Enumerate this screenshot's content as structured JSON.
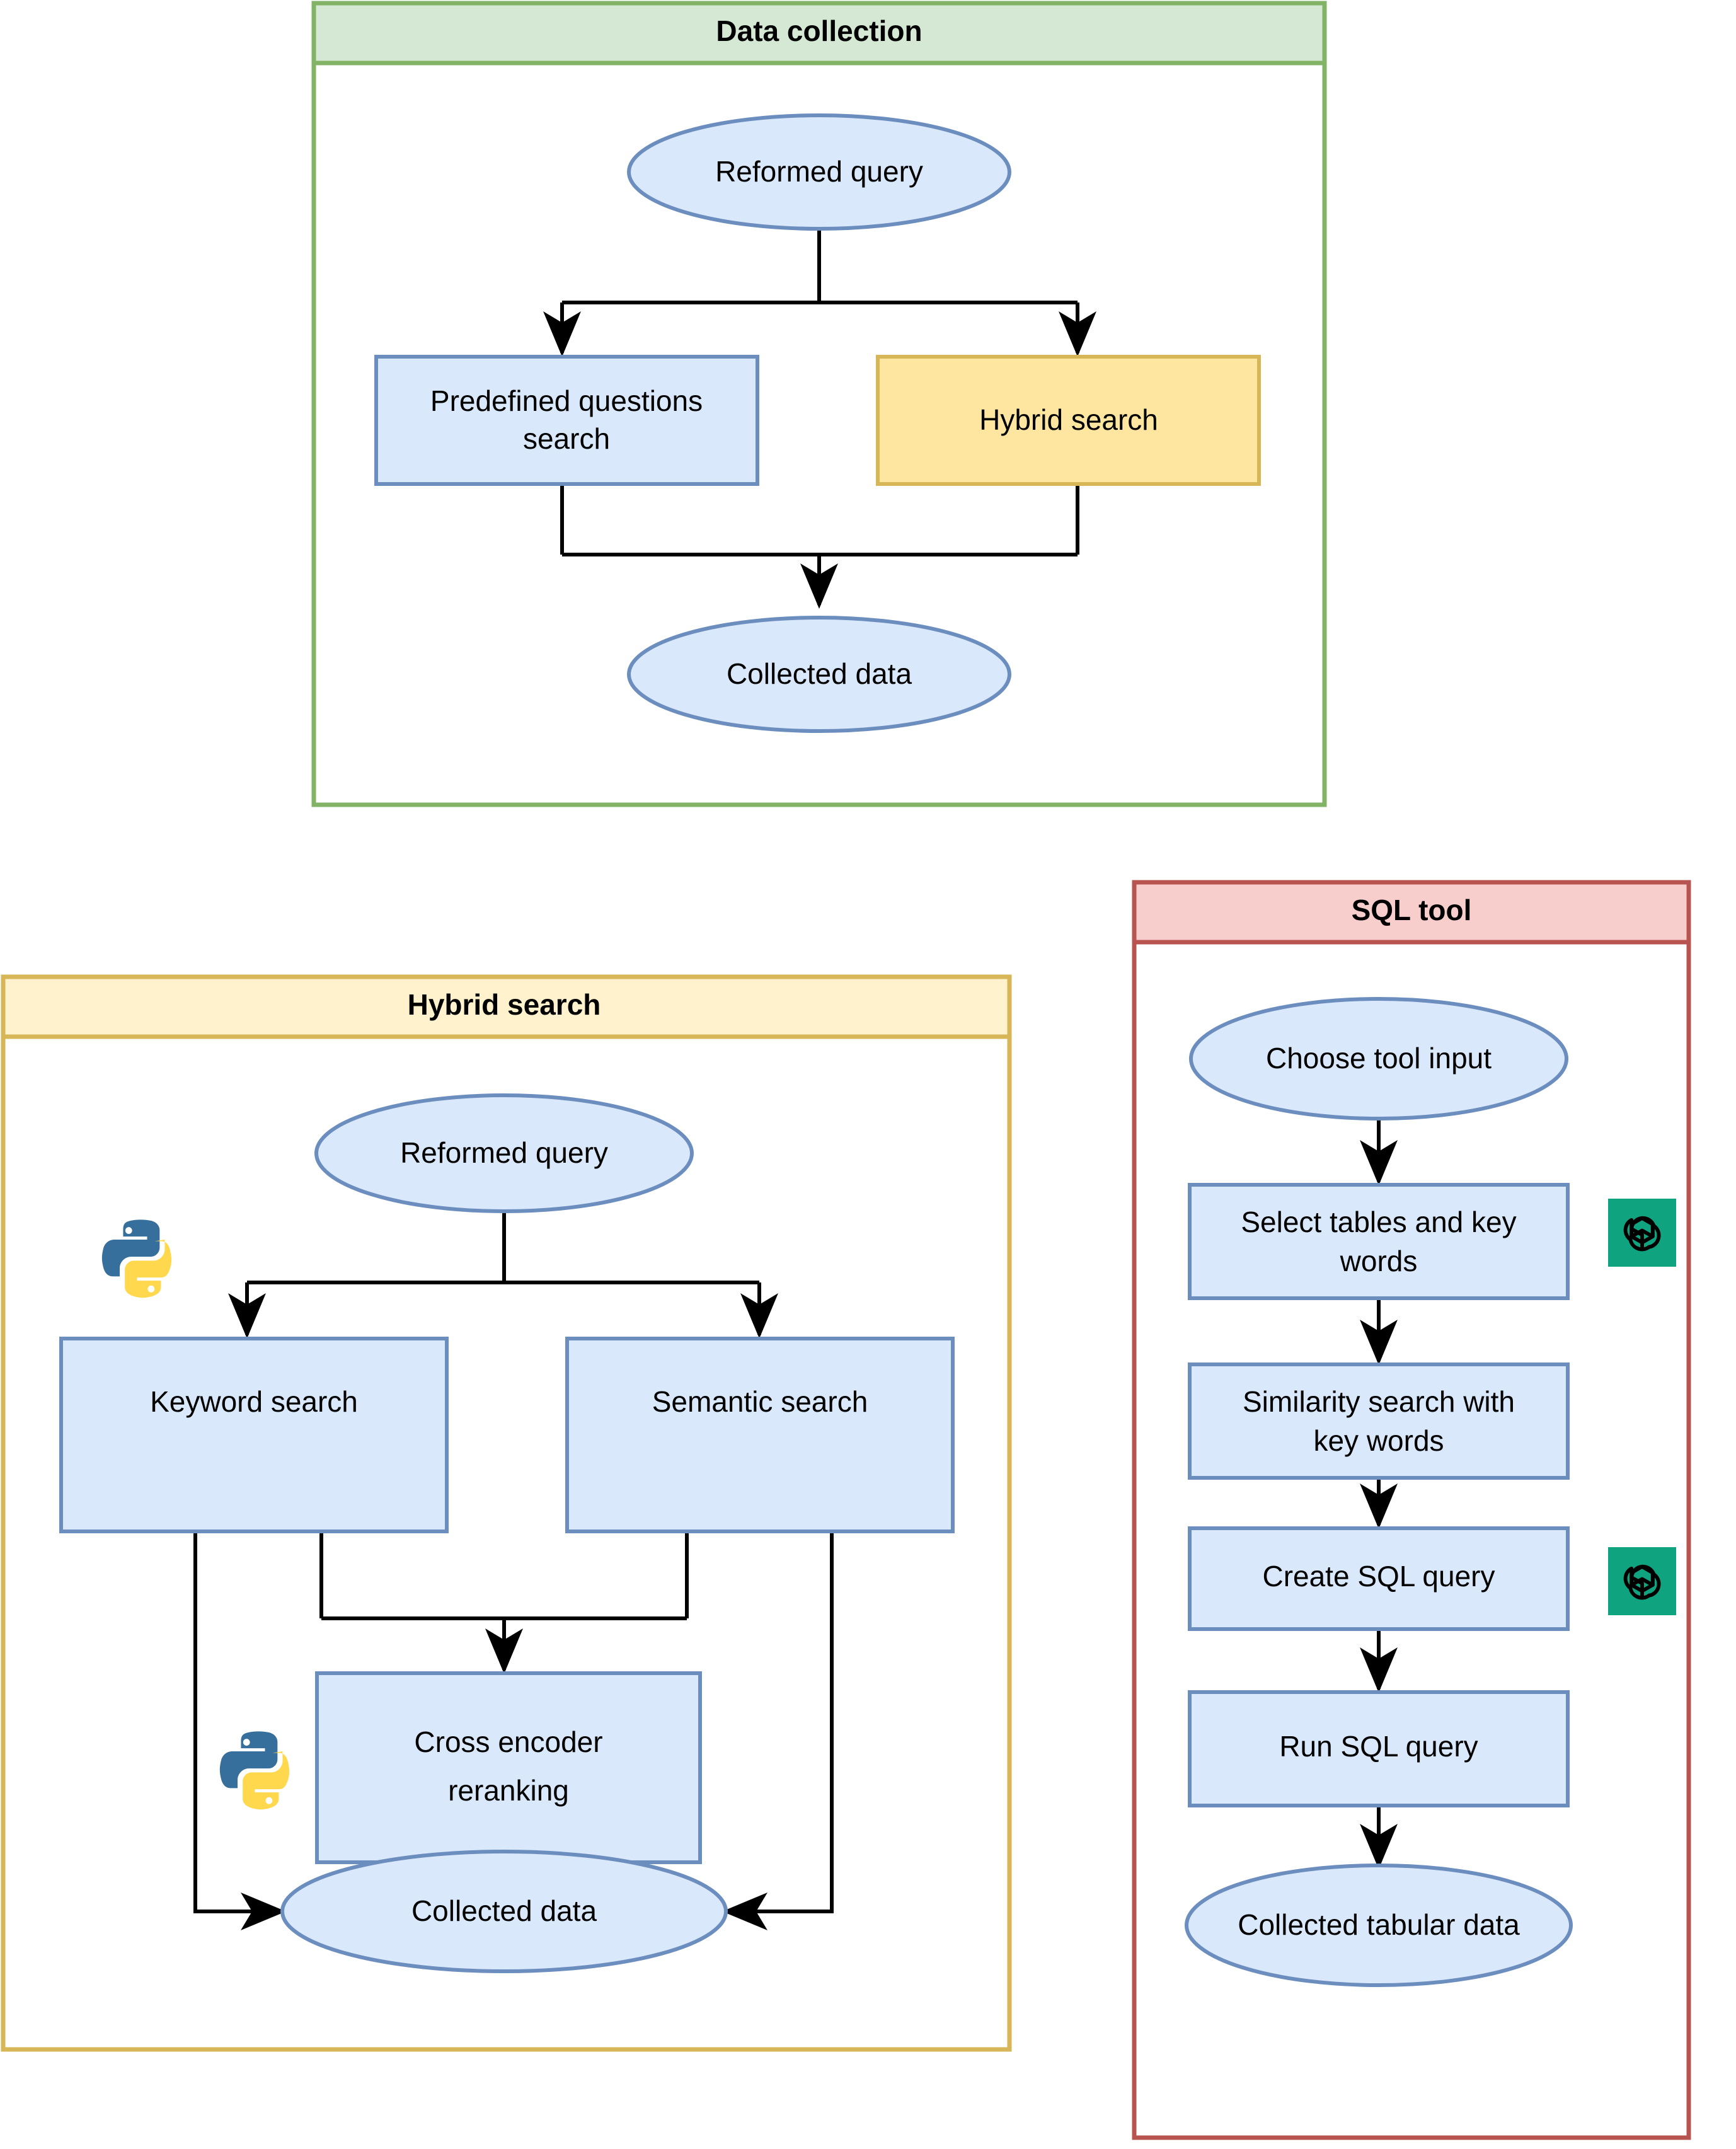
{
  "diagram": {
    "title_semantic": "data-collection-retrieval-architecture",
    "colors": {
      "panel_green_border": "#82b366",
      "panel_green_header": "#d5e8d4",
      "panel_yellow_border": "#d6b656",
      "panel_yellow_header": "#fff2cc",
      "panel_red_border": "#b85450",
      "panel_red_header": "#f8cecc",
      "node_blue_fill": "#dae8fc",
      "node_blue_border": "#6c8ebf",
      "node_yellow_fill": "#ffe6a0",
      "node_yellow_border": "#d6b656",
      "edge_black": "#000000",
      "python_blue": "#366f9b",
      "python_yellow": "#ffd84d",
      "openai_green": "#10a37f",
      "openai_mark": "#000000"
    }
  },
  "panels": [
    {
      "id": "data-collection",
      "title": "Data collection",
      "nodes": [
        {
          "id": "dc-reformed-query",
          "label": "Reformed query",
          "shape": "ellipse",
          "style": "blue"
        },
        {
          "id": "dc-predefined",
          "label": "Predefined questions search",
          "shape": "rect",
          "style": "blue",
          "lines": [
            "Predefined questions",
            "search"
          ]
        },
        {
          "id": "dc-hybrid-search",
          "label": "Hybrid search",
          "shape": "rect",
          "style": "yellow"
        },
        {
          "id": "dc-collected-data",
          "label": "Collected data",
          "shape": "ellipse",
          "style": "blue"
        }
      ],
      "edges": [
        {
          "from": "dc-reformed-query",
          "to": "dc-predefined"
        },
        {
          "from": "dc-reformed-query",
          "to": "dc-hybrid-search"
        },
        {
          "from": "dc-predefined",
          "to": "dc-collected-data"
        },
        {
          "from": "dc-hybrid-search",
          "to": "dc-collected-data"
        }
      ]
    },
    {
      "id": "hybrid-search",
      "title": "Hybrid search",
      "nodes": [
        {
          "id": "hs-reformed-query",
          "label": "Reformed query",
          "shape": "ellipse",
          "style": "blue"
        },
        {
          "id": "hs-keyword-search",
          "label": "Keyword search",
          "shape": "rect",
          "style": "blue"
        },
        {
          "id": "hs-semantic-search",
          "label": "Semantic search",
          "shape": "rect",
          "style": "blue"
        },
        {
          "id": "hs-cross-encoder",
          "label": "Cross encoder reranking",
          "shape": "rect",
          "style": "blue",
          "lines": [
            "Cross encoder",
            "reranking"
          ]
        },
        {
          "id": "hs-collected-data",
          "label": "Collected data",
          "shape": "ellipse",
          "style": "blue"
        }
      ],
      "edges": [
        {
          "from": "hs-reformed-query",
          "to": "hs-keyword-search"
        },
        {
          "from": "hs-reformed-query",
          "to": "hs-semantic-search"
        },
        {
          "from": "hs-keyword-search",
          "to": "hs-cross-encoder"
        },
        {
          "from": "hs-semantic-search",
          "to": "hs-cross-encoder"
        },
        {
          "from": "hs-cross-encoder",
          "to": "hs-collected-data"
        },
        {
          "from": "hs-keyword-search",
          "to": "hs-collected-data"
        },
        {
          "from": "hs-semantic-search",
          "to": "hs-collected-data"
        }
      ],
      "badges": [
        {
          "icon": "python-logo-icon",
          "near": "hs-reformed-query"
        },
        {
          "icon": "python-logo-icon",
          "near": "hs-cross-encoder"
        }
      ]
    },
    {
      "id": "sql-tool",
      "title": "SQL tool",
      "nodes": [
        {
          "id": "sql-choose-tool-input",
          "label": "Choose tool input",
          "shape": "ellipse",
          "style": "blue"
        },
        {
          "id": "sql-select-tables",
          "label": "Select tables and key words",
          "shape": "rect",
          "style": "blue",
          "lines": [
            "Select tables and key",
            "words"
          ]
        },
        {
          "id": "sql-similarity-search",
          "label": "Similarity search with key words",
          "shape": "rect",
          "style": "blue",
          "lines": [
            "Similarity search with",
            "key words"
          ]
        },
        {
          "id": "sql-create-query",
          "label": "Create SQL query",
          "shape": "rect",
          "style": "blue"
        },
        {
          "id": "sql-run-query",
          "label": "Run SQL query",
          "shape": "rect",
          "style": "blue"
        },
        {
          "id": "sql-collected-tabular",
          "label": "Collected tabular data",
          "shape": "ellipse",
          "style": "blue"
        }
      ],
      "edges": [
        {
          "from": "sql-choose-tool-input",
          "to": "sql-select-tables"
        },
        {
          "from": "sql-select-tables",
          "to": "sql-similarity-search"
        },
        {
          "from": "sql-similarity-search",
          "to": "sql-create-query"
        },
        {
          "from": "sql-create-query",
          "to": "sql-run-query"
        },
        {
          "from": "sql-run-query",
          "to": "sql-collected-tabular"
        }
      ],
      "badges": [
        {
          "icon": "openai-logo-icon",
          "near": "sql-select-tables"
        },
        {
          "icon": "openai-logo-icon",
          "near": "sql-create-query"
        }
      ]
    }
  ]
}
